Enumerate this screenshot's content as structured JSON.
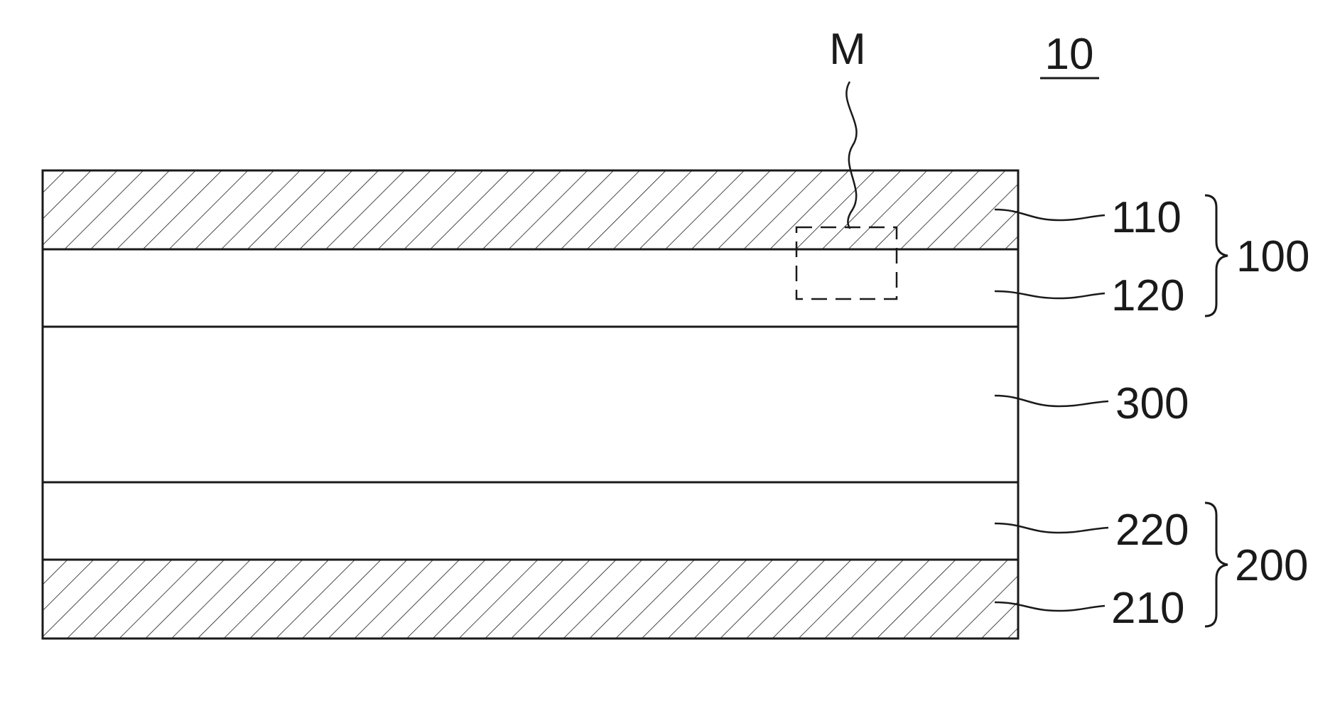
{
  "figure": {
    "ref_label": "10",
    "magnify_label": "M",
    "layers": [
      {
        "id": "110",
        "label": "110",
        "fill": "hatched"
      },
      {
        "id": "120",
        "label": "120",
        "fill": "plain"
      },
      {
        "id": "300",
        "label": "300",
        "fill": "plain"
      },
      {
        "id": "220",
        "label": "220",
        "fill": "plain"
      },
      {
        "id": "210",
        "label": "210",
        "fill": "hatched"
      }
    ],
    "groups": [
      {
        "id": "100",
        "label": "100",
        "members": [
          "110",
          "120"
        ]
      },
      {
        "id": "200",
        "label": "200",
        "members": [
          "220",
          "210"
        ]
      }
    ]
  },
  "colors": {
    "line": "#1a1a1a",
    "background": "#ffffff"
  }
}
